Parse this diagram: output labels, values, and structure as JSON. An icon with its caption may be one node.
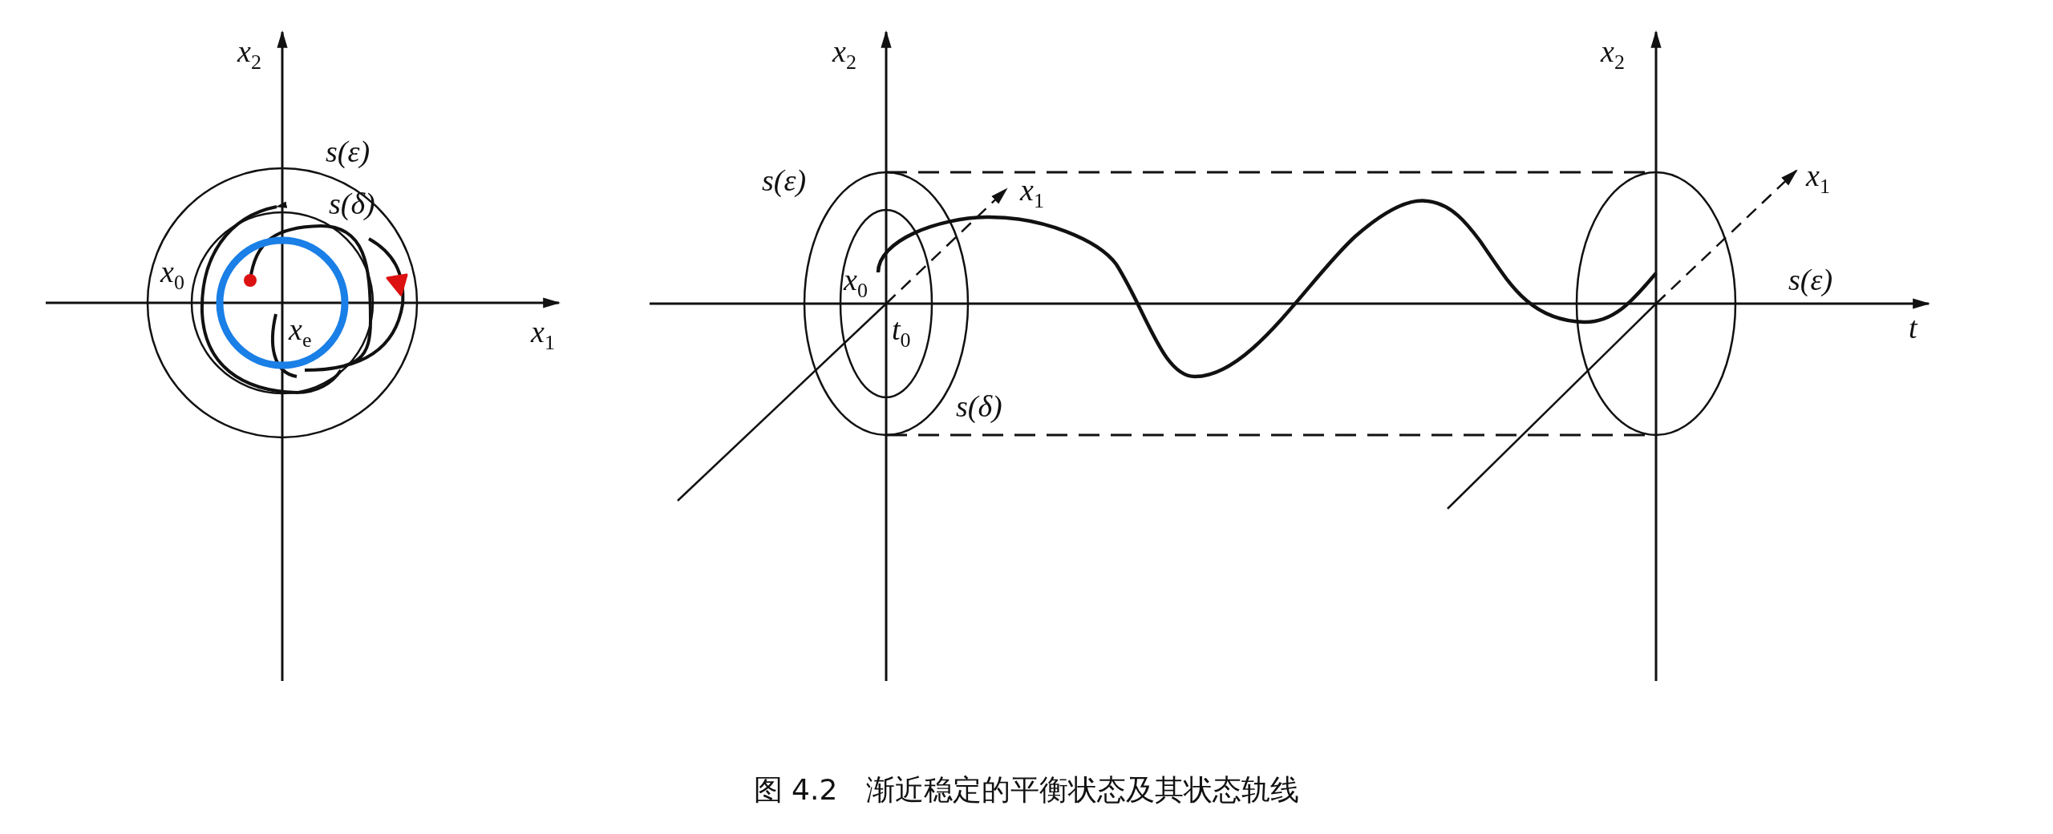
{
  "diagram": {
    "caption": "图 4.2　渐近稳定的平衡状态及其状态轨线",
    "labels": [
      "x$_{2}$",
      "s(ε)",
      "s(δ)",
      "x$_{0}$",
      "x$_{e}$",
      "x$_{1}$",
      "x$_{2}$",
      "s(ε)",
      "x$_{1}$",
      "x$_{0}$",
      "t$_{0}$",
      "s(δ)",
      "x$_{2}$",
      "x$_{1}$",
      "s(ε)",
      "t"
    ]
  }
}
